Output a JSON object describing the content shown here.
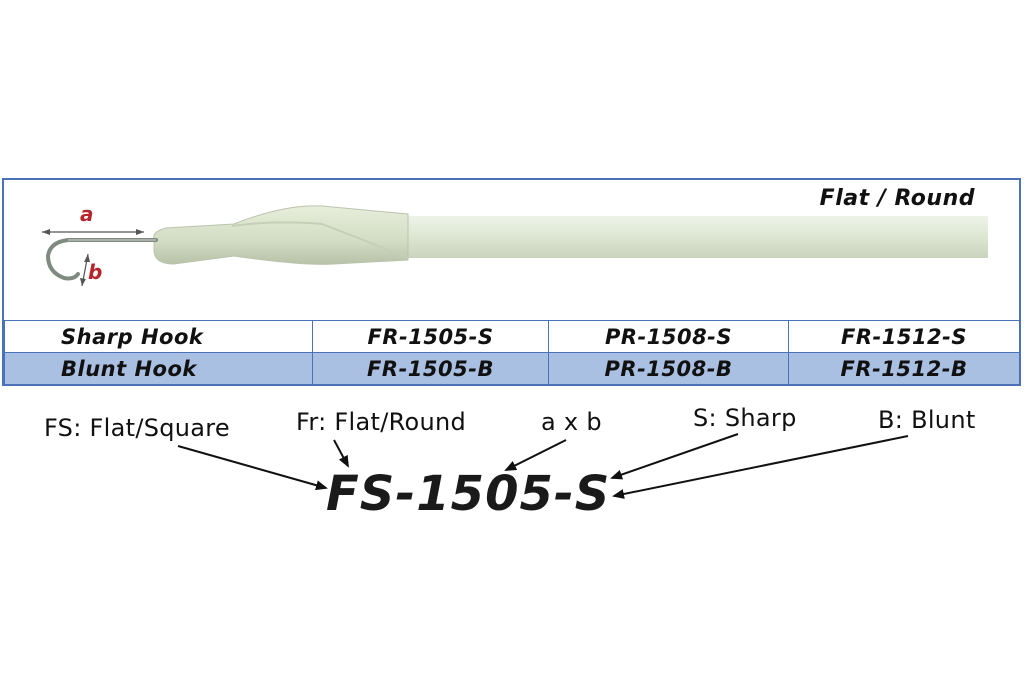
{
  "diagram": {
    "variant_label": "Flat / Round",
    "dimensions": {
      "a": "a",
      "b": "b"
    }
  },
  "table": {
    "rows": [
      {
        "label": "Sharp Hook",
        "cells": [
          "FR-1505-S",
          "PR-1508-S",
          "FR-1512-S"
        ]
      },
      {
        "label": "Blunt Hook",
        "cells": [
          "FR-1505-B",
          "PR-1508-B",
          "FR-1512-B"
        ]
      }
    ]
  },
  "legend": {
    "fs": "FS: Flat/Square",
    "fr": "Fr: Flat/Round",
    "axb": "a x b",
    "sharp": "S: Sharp",
    "blunt": "B: Blunt"
  },
  "code_example": "FS-1505-S",
  "colors": {
    "border": "#4a72b8",
    "blunt_row": "#aac0e3",
    "dimension_text": "#b8242b",
    "instrument": "#dfe8d4"
  }
}
